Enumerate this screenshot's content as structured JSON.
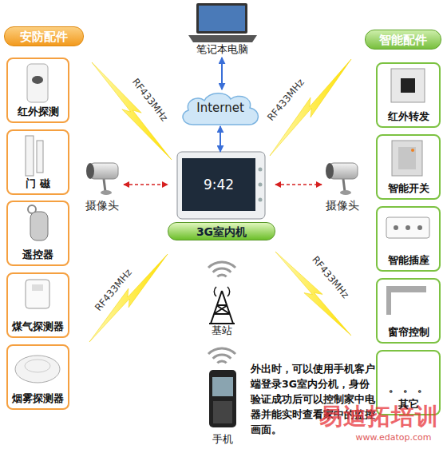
{
  "diagram": {
    "nodes": [
      {
        "text": [
          "安防配件"
        ]
      },
      {
        "text": [
          "红外探测"
        ]
      },
      {
        "text": [
          "门 磁"
        ]
      },
      {
        "text": [
          "遥控器"
        ]
      },
      {
        "text": [
          "煤气探测器"
        ]
      },
      {
        "text": [
          "烟雾探测器"
        ]
      },
      {
        "text": [
          "笔记本电脑"
        ]
      },
      {
        "text": [
          "Internet"
        ]
      },
      {
        "text": [
          "摄像头"
        ]
      },
      {
        "text": [
          "9:42",
          "3G室内机"
        ]
      },
      {
        "text": [
          "摄像头"
        ]
      },
      {
        "text": [
          "基站"
        ]
      },
      {
        "text": [
          "手机"
        ]
      },
      {
        "text": [
          "智能配件"
        ]
      },
      {
        "text": [
          "红外转发"
        ]
      },
      {
        "text": [
          "智能开关"
        ]
      },
      {
        "text": [
          "智能插座"
        ]
      },
      {
        "text": [
          "窗帘控制"
        ]
      },
      {
        "text": [
          "。 。 。",
          "其它"
        ]
      }
    ],
    "edges": [
      {
        "from": 6,
        "to": 7,
        "arrow": "both"
      },
      {
        "from": 7,
        "to": 9,
        "arrow": "both"
      },
      {
        "from": 8,
        "to": 9,
        "arrow": "both"
      },
      {
        "from": 9,
        "to": 10,
        "arrow": "both"
      }
    ],
    "labels": [
      "RF433MHz",
      "RF433MHz",
      "RF433MHz",
      "RF433MHz",
      "外出时，可以使用手机客户端登录3G室内分机，身份验证成功后可以控制家中电器并能实时查看家中的监控画面。",
      "易迪拓培训",
      "www.edatop.com"
    ]
  }
}
